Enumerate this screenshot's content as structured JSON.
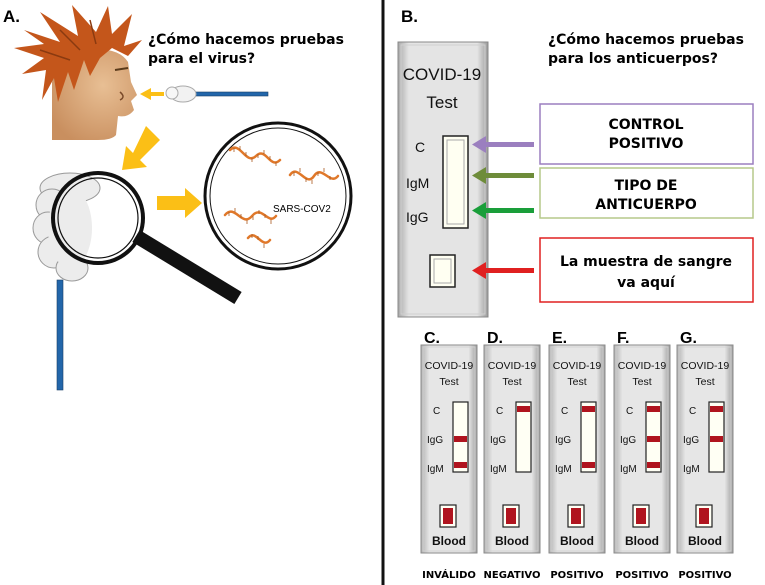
{
  "panel_a": {
    "label": "A.",
    "question_line1": "¿Cómo hacemos pruebas",
    "question_line2": "para el virus?",
    "virus_label": "SARS-COV2"
  },
  "panel_b": {
    "label": "B.",
    "question_line1": "¿Cómo hacemos pruebas",
    "question_line2": "para los anticuerpos?",
    "cassette": {
      "title_line1": "COVID-19",
      "title_line2": "Test",
      "line_c": "C",
      "line_igm": "IgM",
      "line_igg": "IgG"
    },
    "callouts": [
      {
        "line1": "CONTROL",
        "line2": "POSITIVO",
        "border": "#9b7fbf",
        "arrow": "#9b7fbf"
      },
      {
        "line1": "TIPO DE",
        "line2": "ANTICUERPO",
        "border": "#b5c98a",
        "arrow": "#6e8c3a"
      },
      {
        "line1": "La muestra de sangre",
        "line2": "va aquí",
        "border": "#e02020",
        "arrow": "#e02020"
      }
    ],
    "extra_arrow_color": "#1a9e3a"
  },
  "strips": [
    {
      "letter": "C.",
      "title1": "COVID-19",
      "title2": "Test",
      "c": "C",
      "g": "IgG",
      "m": "IgM",
      "blood": "Blood",
      "caption": "INVÁLIDO",
      "bands": {
        "C": false,
        "IgG": true,
        "IgM": true
      }
    },
    {
      "letter": "D.",
      "title1": "COVID-19",
      "title2": "Test",
      "c": "C",
      "g": "IgG",
      "m": "IgM",
      "blood": "Blood",
      "caption": "NEGATIVO",
      "bands": {
        "C": true,
        "IgG": false,
        "IgM": false
      }
    },
    {
      "letter": "E.",
      "title1": "COVID-19",
      "title2": "Test",
      "c": "C",
      "g": "IgG",
      "m": "IgM",
      "blood": "Blood",
      "caption": "POSITIVO",
      "bands": {
        "C": true,
        "IgG": false,
        "IgM": true
      }
    },
    {
      "letter": "F.",
      "title1": "COVID-19",
      "title2": "Test",
      "c": "C",
      "g": "IgG",
      "m": "IgM",
      "blood": "Blood",
      "caption": "POSITIVO",
      "bands": {
        "C": true,
        "IgG": true,
        "IgM": true
      }
    },
    {
      "letter": "G.",
      "title1": "COVID-19",
      "title2": "Test",
      "c": "C",
      "g": "IgG",
      "m": "IgM",
      "blood": "Blood",
      "caption": "POSITIVO",
      "bands": {
        "C": true,
        "IgG": true,
        "IgM": false
      }
    }
  ],
  "colors": {
    "divider": "#111111",
    "band": "#b0141e",
    "yellow_arrow": "#fbbf16",
    "virus": "#e0782a",
    "swab_stick": "#2266aa",
    "skin": "#d9a77a",
    "hair": "#c4561b"
  }
}
